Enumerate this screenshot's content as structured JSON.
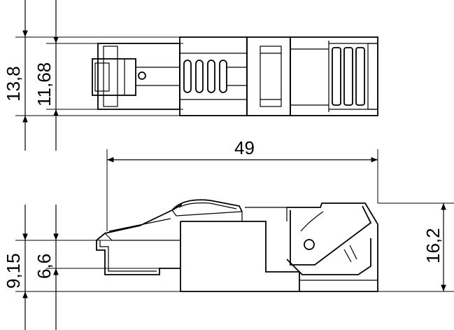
{
  "dimensions": {
    "top_height_outer": "13,8",
    "top_height_inner": "11,68",
    "length": "49",
    "side_height_outer": "9,15",
    "side_height_inner": "6,6",
    "side_height_right": "16,2"
  }
}
